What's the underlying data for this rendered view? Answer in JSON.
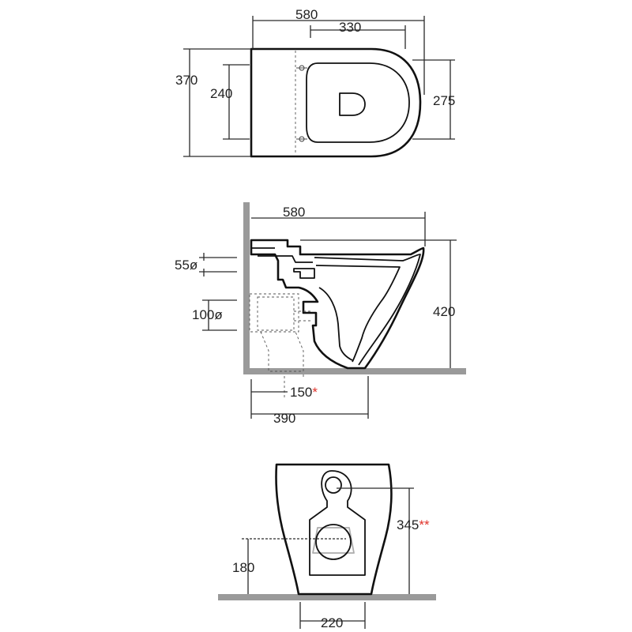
{
  "top_view": {
    "dim_width": "580",
    "dim_bowl": "330",
    "dim_depth": "370",
    "dim_holes": "240",
    "dim_seat": "275"
  },
  "side_view": {
    "dim_width": "580",
    "dim_inlet": "55ø",
    "dim_outlet": "100ø",
    "dim_outlet_dist": "150",
    "dim_outlet_dist_mark": "*",
    "dim_height": "420",
    "dim_base": "390"
  },
  "back_view": {
    "dim_height": "345",
    "dim_height_mark": "**",
    "dim_outlet_h": "180",
    "dim_base_w": "220"
  }
}
